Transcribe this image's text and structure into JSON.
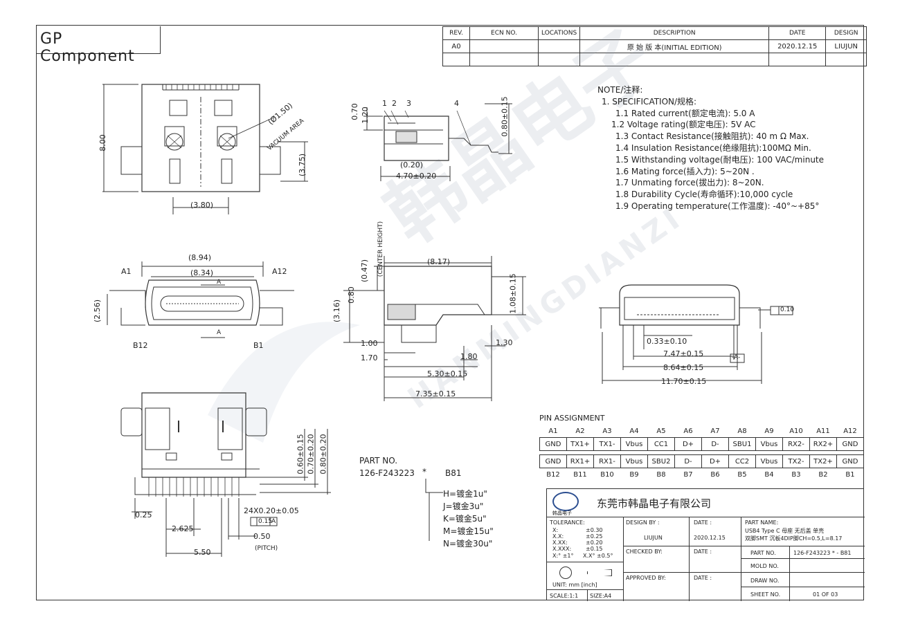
{
  "header": {
    "company": "GP Component",
    "rev_headers": [
      "REV.",
      "ECN NO.",
      "LOCATIONS",
      "DESCRIPTION",
      "DATE",
      "DESIGN"
    ],
    "rev_row": [
      "A0",
      "",
      "",
      "原 始 版 本(INITIAL EDITION)",
      "2020.12.15",
      "LIUJUN"
    ]
  },
  "notes": {
    "title": "NOTE/注释:",
    "items": [
      "1. SPECIFICATION/规格:",
      "1.1  Rated current(额定电流): 5.0 A",
      "1.2 Voltage rating(额定电压): 5V AC",
      "1.3  Contact Resistance(接触阻抗): 40 m Ω Max.",
      "1.4  Insulation Resistance(绝缘阻抗):100MΩ Min.",
      "1.5  Withstanding voltage(耐电压): 100 VAC/minute",
      "1.6  Mating force(插入力): 5~20N .",
      "1.7  Unmating force(拔出力): 8~20N.",
      "1.8  Durability Cycle(寿命循环):10,000  cycle",
      "1.9 Operating temperature(工作温度): -40°~+85°"
    ]
  },
  "dims": {
    "top": [
      "8.00",
      "(Ø1.50)",
      "VACUUM AREA",
      "(3.75)",
      "(3.80)"
    ],
    "side": [
      "1",
      "2",
      "3",
      "4",
      "0.70",
      "1.20",
      "0.80±0.15",
      "(0.20)",
      "4.70±0.20"
    ],
    "front": [
      "(8.94)",
      "(8.34)",
      "A1",
      "A12",
      "B12",
      "B1",
      "A",
      "A",
      "(2.56)"
    ],
    "section": [
      "(0.47)",
      "(CENTER HEIGHT)",
      "(8.17)",
      "(3.16)",
      "0.80",
      "1.08±0.15",
      "1.00",
      "1.70",
      "1.80",
      "1.30",
      "5.30±0.15",
      "7.35±0.15"
    ],
    "rear": [
      "0.33±0.10",
      "7.47±0.15",
      "8.64±0.15",
      "11.70±0.15",
      "0.10",
      "-A-"
    ],
    "bottom": [
      "0.60±0.15",
      "0.70±0.20",
      "0.80±0.20",
      "0.25",
      "2.625",
      "5.50",
      "24X0.20±0.05",
      "0.15",
      "A",
      "0.50",
      "(PITCH)"
    ]
  },
  "part": {
    "label": "PART NO.",
    "number": "126-F243223",
    "star": "*",
    "suffix": "B81",
    "options": [
      "H=镀金1u\"",
      "J=镀金3u\"",
      "K=镀金5u\"",
      "M=镀金15u\"",
      "N=镀金30u\""
    ]
  },
  "pins": {
    "title": "PIN ASSIGNMENT",
    "a_labels": [
      "A1",
      "A2",
      "A3",
      "A4",
      "A5",
      "A6",
      "A7",
      "A8",
      "A9",
      "A10",
      "A11",
      "A12"
    ],
    "a_signals": [
      "GND",
      "TX1+",
      "TX1-",
      "Vbus",
      "CC1",
      "D+",
      "D-",
      "SBU1",
      "Vbus",
      "RX2-",
      "RX2+",
      "GND"
    ],
    "b_signals": [
      "GND",
      "RX1+",
      "RX1-",
      "Vbus",
      "SBU2",
      "D-",
      "D+",
      "CC2",
      "Vbus",
      "TX2-",
      "TX2+",
      "GND"
    ],
    "b_labels": [
      "B12",
      "B11",
      "B10",
      "B9",
      "B8",
      "B7",
      "B6",
      "B5",
      "B4",
      "B3",
      "B2",
      "B1"
    ]
  },
  "title_block": {
    "company_cn": "东莞市韩晶电子有限公司",
    "logo_text": "韩晶电子",
    "tolerance_label": "TOLERANCE:",
    "tolerances": [
      [
        "X:",
        "±0.30"
      ],
      [
        "X.X:",
        "±0.25"
      ],
      [
        "X.XX:",
        "±0.20"
      ],
      [
        "X.XXX:",
        "±0.15"
      ],
      [
        "X:° ±1°",
        "X.X° ±0.5°"
      ]
    ],
    "unit": "UNIT:    mm [inch]",
    "scale": "SCALE:1:1",
    "size": "SIZE:A4",
    "design_by": "DESIGN BY :",
    "design_name": "LIUJUN",
    "date_label": "DATE :",
    "date_value": "2020.12.15",
    "checked_by": "CHECKED BY:",
    "approved_by": "APPROVED BY:",
    "part_name_label": "PART NAME:",
    "part_name_1": "USB4 Type C  母座 无后盖 单壳",
    "part_name_2": "双脚SMT 沉板4DIP脚CH=0.5,L=8.17",
    "part_no_label": "PART NO.",
    "part_no_value": "126-F243223  *  - B81",
    "mold_no": "MOLD NO.",
    "draw_no": "DRAW NO.",
    "sheet_no": "SHEET NO.",
    "sheet_value": "01 OF 03"
  },
  "watermark": {
    "cn": "韩晶电子",
    "en": "HANMINGDIANZI"
  }
}
